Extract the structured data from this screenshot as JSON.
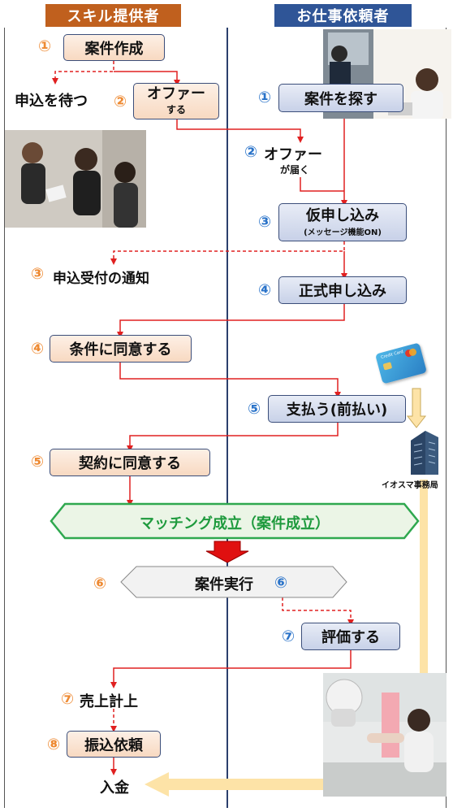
{
  "headers": {
    "left": "スキル提供者",
    "right": "お仕事依頼者"
  },
  "colors": {
    "left_header": "#c0601e",
    "right_header": "#2f5597",
    "flow_line": "#e02020",
    "matching_border": "#2fa84f",
    "matching_text": "#1e9a3d",
    "step_orange": "#ee8a33",
    "step_blue": "#2a73c9"
  },
  "left": {
    "s1": {
      "num": "①",
      "label": "案件作成"
    },
    "wait": "申込を待つ",
    "s2": {
      "num": "②",
      "label": "オファー",
      "sub": "する"
    },
    "s3": {
      "num": "③",
      "label": "申込受付の通知"
    },
    "s4": {
      "num": "④",
      "label": "条件に同意する"
    },
    "s5": {
      "num": "⑤",
      "label": "契約に同意する"
    },
    "s6": {
      "num": "⑥"
    },
    "s7": {
      "num": "⑦",
      "label": "売上計上"
    },
    "s8": {
      "num": "⑧",
      "label": "振込依頼"
    },
    "nyukin": "入金"
  },
  "right": {
    "s1": {
      "num": "①",
      "label": "案件を探す"
    },
    "s2": {
      "num": "②",
      "label": "オファー",
      "sub": "が届く"
    },
    "s3": {
      "num": "③",
      "label": "仮申し込み",
      "sub": "(メッセージ機能ON)"
    },
    "s4": {
      "num": "④",
      "label": "正式申し込み"
    },
    "s5": {
      "num": "⑤",
      "label": "支払う(前払い)"
    },
    "s6": {
      "num": "⑥"
    },
    "s7": {
      "num": "⑦",
      "label": "評価する"
    },
    "office": "イオスマ事務局",
    "card_text": "Credit Card"
  },
  "matching": "マッチング成立（案件成立）",
  "execution": "案件実行"
}
